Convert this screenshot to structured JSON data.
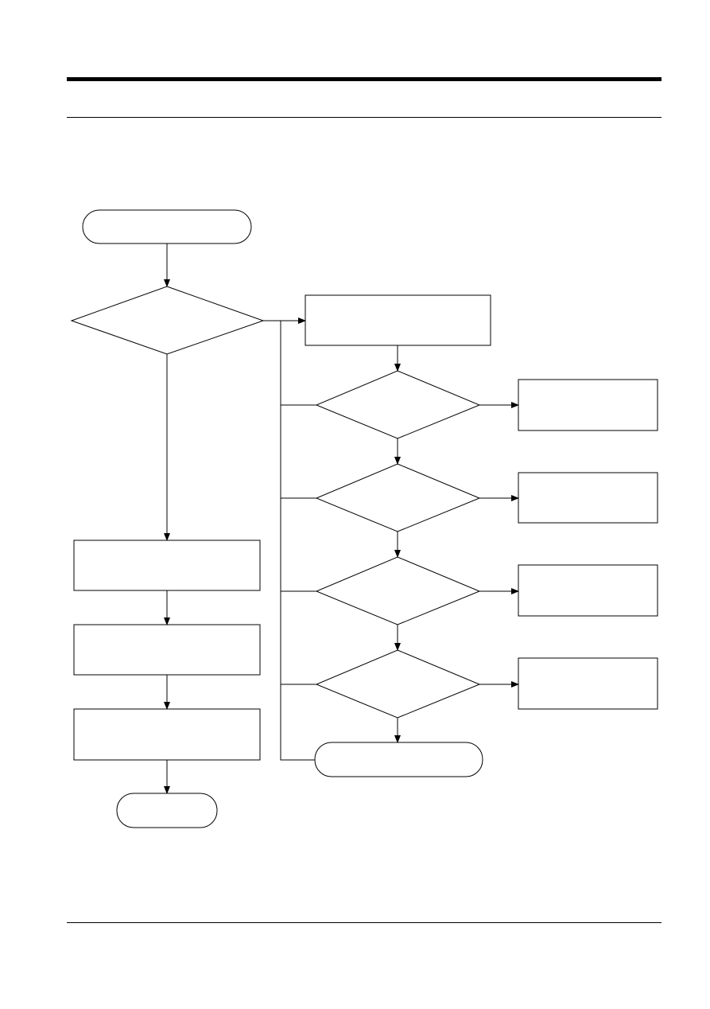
{
  "page": {
    "ink_color": "#000000",
    "background_color": "#ffffff",
    "header_rule": "thick",
    "subheader_rule": "thin",
    "footer_rule": "thin"
  },
  "flowchart": {
    "shapes": {
      "start_terminal": {
        "kind": "terminal",
        "label": ""
      },
      "main_decision": {
        "kind": "decision",
        "label": ""
      },
      "check_box": {
        "kind": "process",
        "label": ""
      },
      "decision_1": {
        "kind": "decision",
        "label": ""
      },
      "decision_2": {
        "kind": "decision",
        "label": ""
      },
      "decision_3": {
        "kind": "decision",
        "label": ""
      },
      "decision_4": {
        "kind": "decision",
        "label": ""
      },
      "result_1": {
        "kind": "process",
        "label": ""
      },
      "result_2": {
        "kind": "process",
        "label": ""
      },
      "result_3": {
        "kind": "process",
        "label": ""
      },
      "result_4": {
        "kind": "process",
        "label": ""
      },
      "end_terminal_right": {
        "kind": "terminal",
        "label": ""
      },
      "step_1": {
        "kind": "process",
        "label": ""
      },
      "step_2": {
        "kind": "process",
        "label": ""
      },
      "step_3": {
        "kind": "process",
        "label": ""
      },
      "end_terminal_left": {
        "kind": "terminal",
        "label": ""
      }
    }
  }
}
